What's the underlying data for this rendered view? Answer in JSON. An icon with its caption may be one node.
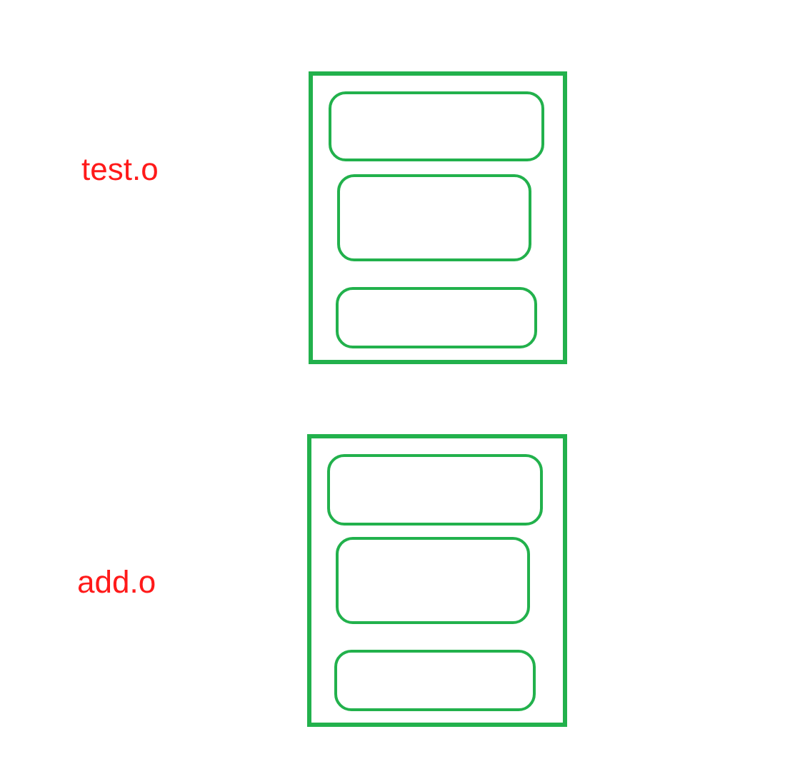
{
  "diagram": {
    "nodes": [
      {
        "text": [],
        "shape": "box"
      },
      {
        "text": [],
        "shape": "box",
        "in": 0
      },
      {
        "text": [],
        "shape": "box",
        "in": 0
      },
      {
        "text": [],
        "shape": "box",
        "in": 0
      },
      {
        "text": [],
        "shape": "box"
      },
      {
        "text": [],
        "shape": "box",
        "in": 4
      },
      {
        "text": [],
        "shape": "box",
        "in": 4
      },
      {
        "text": [],
        "shape": "box",
        "in": 4
      }
    ],
    "labels": [
      "test.o",
      "add.o"
    ]
  }
}
